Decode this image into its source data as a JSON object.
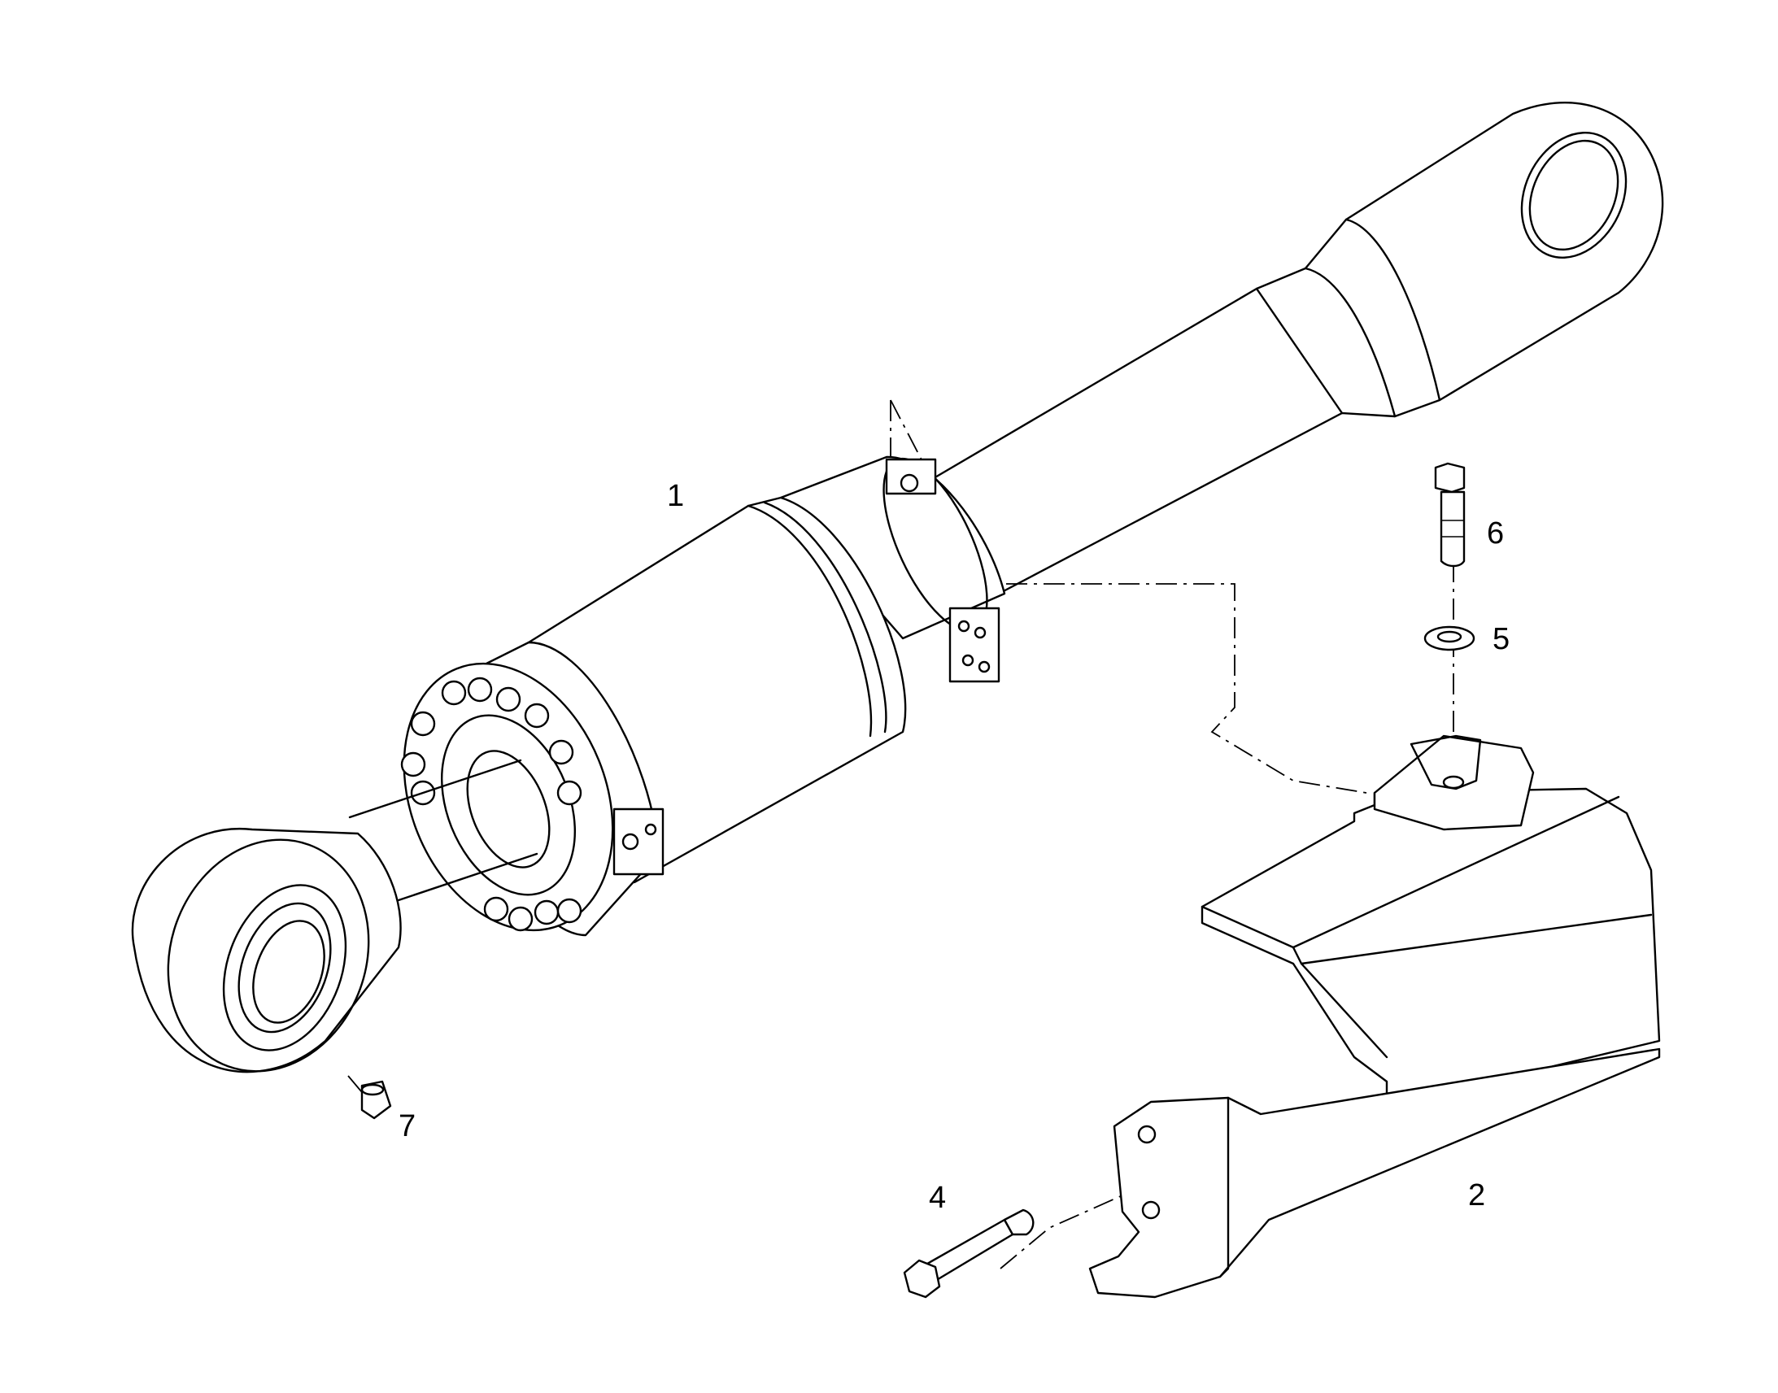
{
  "callouts": [
    {
      "id": "1",
      "label": "1"
    },
    {
      "id": "2",
      "label": "2"
    },
    {
      "id": "4",
      "label": "4"
    },
    {
      "id": "5",
      "label": "5"
    },
    {
      "id": "6",
      "label": "6"
    },
    {
      "id": "7",
      "label": "7"
    }
  ]
}
